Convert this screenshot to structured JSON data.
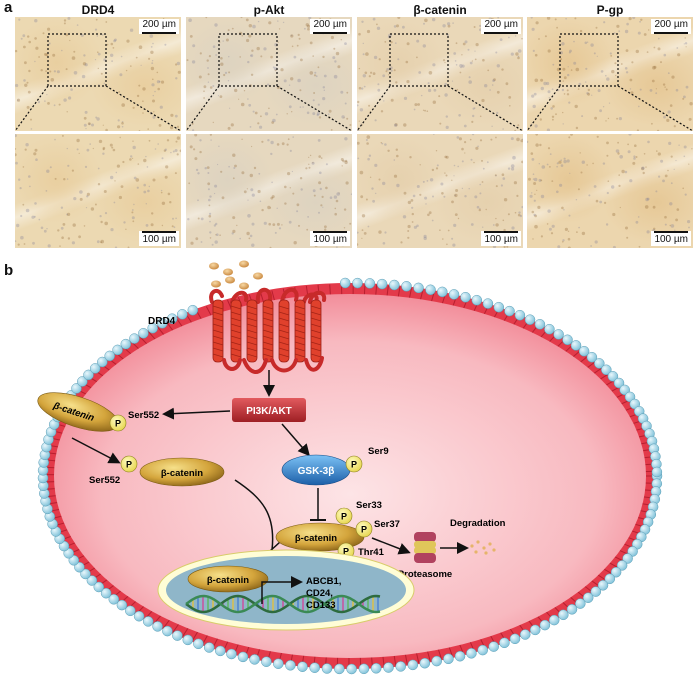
{
  "panel_a": {
    "letter": "a",
    "columns": [
      {
        "title": "DRD4",
        "scale_top": "200 µm",
        "scale_bottom": "100 µm"
      },
      {
        "title": "p-Akt",
        "scale_top": "200 µm",
        "scale_bottom": "100 µm"
      },
      {
        "title": "β-catenin",
        "scale_top": "200 µm",
        "scale_bottom": "100 µm"
      },
      {
        "title": "P-gp",
        "scale_top": "200 µm",
        "scale_bottom": "100 µm"
      }
    ]
  },
  "panel_b": {
    "letter": "b",
    "receptor": "DRD4",
    "pi3k": "PI3K/AKT",
    "gsk": "GSK-3β",
    "gsk_site": "Ser9",
    "phospho": "P",
    "membrane_bcat": "β-catenin",
    "membrane_site": "Ser552",
    "cyto_bcat": "β-catenin",
    "cyto_site": "Ser552",
    "deg_bcat": "β-catenin",
    "deg_sites": [
      "Ser33",
      "Ser37",
      "Thr41"
    ],
    "degradation": "Degradation",
    "proteasome": "Proteasome",
    "nuclear_bcat": "β-catenin",
    "targets": [
      "ABCB1,",
      "CD24,",
      "CD133"
    ]
  },
  "colors": {
    "tissue_base": "#ead9b6",
    "tissue_dark": "#d9b582",
    "membrane_red": "#e33a4a",
    "head_blue": "#9fd3e6",
    "bcat_gold": "#d4a53c",
    "pi3k_red": "#c8343a",
    "gsk_blue": "#2e7fcf",
    "nucleus_blue": "#8fb6c9"
  }
}
